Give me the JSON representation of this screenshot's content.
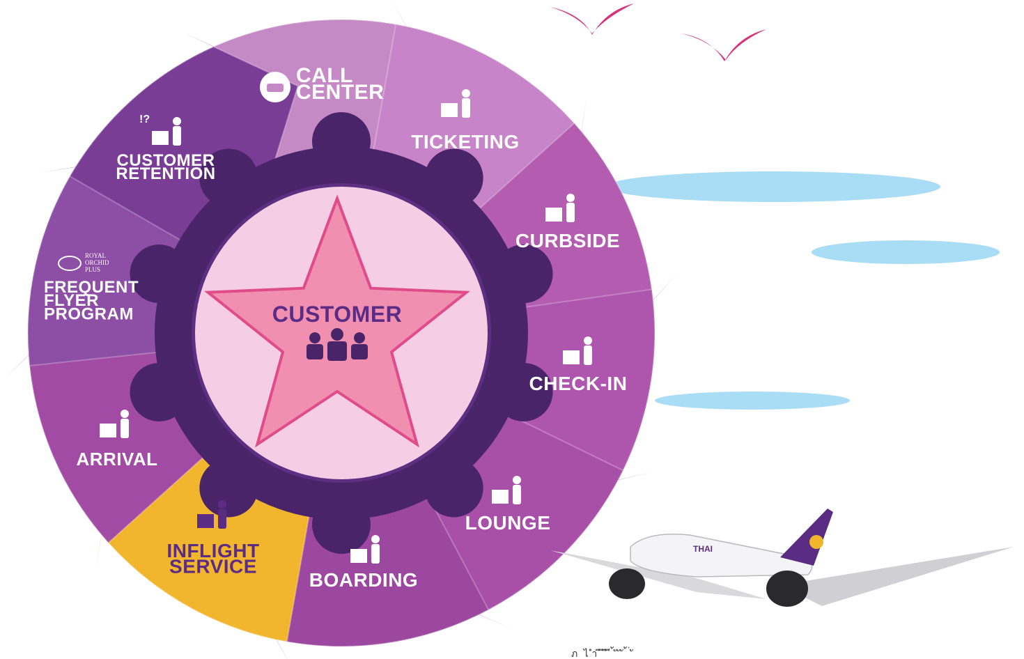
{
  "center": {
    "label": "CUSTOMER"
  },
  "segments": [
    {
      "id": "call-center",
      "lines": [
        "CALL",
        "CENTER"
      ],
      "icon": "telephone-icon",
      "color": "#c58ac6"
    },
    {
      "id": "ticketing",
      "lines": [
        "TICKETING"
      ],
      "icon": "ticket-desk-icon",
      "color": "#c884c8"
    },
    {
      "id": "curbside",
      "lines": [
        "CURBSIDE"
      ],
      "icon": "luggage-cart-icon",
      "color": "#b35cb0"
    },
    {
      "id": "check-in",
      "lines": [
        "CHECK-IN"
      ],
      "icon": "check-in-desk-icon",
      "color": "#ae55ad"
    },
    {
      "id": "lounge",
      "lines": [
        "LOUNGE"
      ],
      "icon": "lounge-drink-icon",
      "color": "#a84fa8"
    },
    {
      "id": "boarding",
      "lines": [
        "BOARDING"
      ],
      "icon": "boarding-plane-icon",
      "color": "#9c47a0"
    },
    {
      "id": "inflight-service",
      "lines": [
        "INFLIGHT",
        "SERVICE"
      ],
      "icon": "inflight-service-icon",
      "color": "#f2b52e"
    },
    {
      "id": "arrival",
      "lines": [
        "ARRIVAL"
      ],
      "icon": "arrival-plane-icon",
      "color": "#a24ba4"
    },
    {
      "id": "frequent-flyer",
      "lines": [
        "FREQUENT",
        "FLYER",
        "PROGRAM"
      ],
      "icon": "royal-orchid-plus-logo",
      "logo_text": [
        "ROYAL",
        "ORCHID",
        "PLUS"
      ],
      "color": "#8d4ea6"
    },
    {
      "id": "customer-retention",
      "lines": [
        "CUSTOMER",
        "RETENTION"
      ],
      "icon": "customer-retention-icon",
      "icon_text": "!?",
      "color": "#7a3d96"
    }
  ],
  "colors": {
    "hub_dark": "#4a2468",
    "hub_mid": "#5d2f82",
    "center_disc": "#f5cde4",
    "star_fill": "#f08fb0",
    "star_stroke": "#e04b8a",
    "sky_cloud": "#a9dcf5",
    "bird": "#d6337d",
    "accent_yellow": "#f2b52e"
  },
  "airplane": {
    "tail_logo": "THAI"
  },
  "caption": "ภ ไ   ำ ี ี     ื     ี             ้     ั  ั ั ้  ่ ั"
}
